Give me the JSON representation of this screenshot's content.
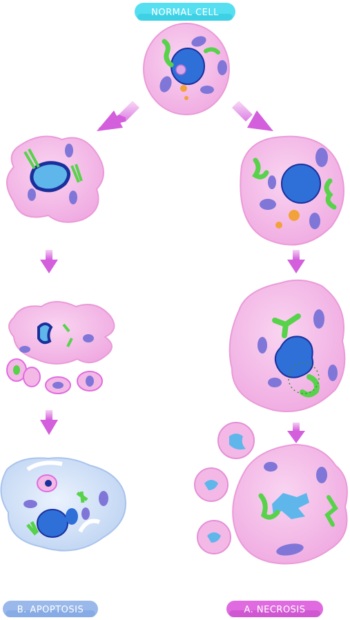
{
  "labels": {
    "top": "NORMAL CELL",
    "left_bottom": "B. APOPTOSIS",
    "right_bottom": "A. NECROSIS"
  },
  "colors": {
    "cell_pink": "#f3b8e6",
    "cell_pink_edge": "#e58fd6",
    "apoptotic_blue": "#cfe0f6",
    "nucleus_blue": "#2f6fd8",
    "nucleus_dark": "#1b2f9c",
    "mito_purple": "#7f76d8",
    "er_green": "#57d24a",
    "arrow_magenta": "#d86ce0",
    "top_pill": "#56dff0",
    "apoptosis_pill": "#9ab9ea",
    "necrosis_pill": "#e06be0"
  }
}
